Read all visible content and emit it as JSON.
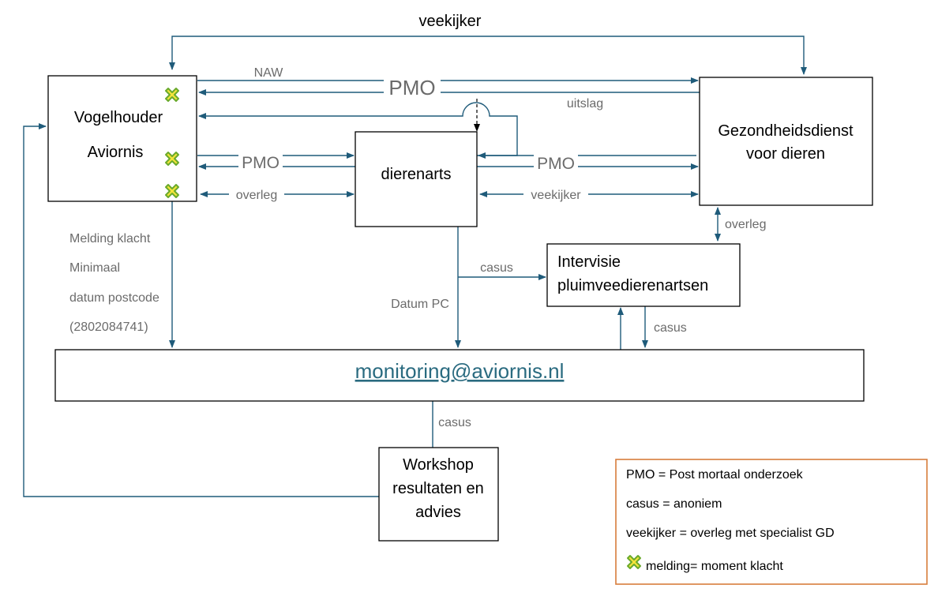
{
  "nodes": {
    "vogelhouder": {
      "line1": "Vogelhouder",
      "line2": "Aviornis"
    },
    "gezondheidsdienst": {
      "line1": "Gezondheidsdienst",
      "line2": "voor dieren"
    },
    "dierenarts": {
      "label": "dierenarts"
    },
    "intervisie": {
      "line1": "Intervisie",
      "line2": "pluimveedierenartsen"
    },
    "monitoring": {
      "label": "monitoring@aviornis.nl"
    },
    "workshop": {
      "line1": "Workshop",
      "line2": "resultaten en",
      "line3": "advies"
    }
  },
  "edges": {
    "veekijker_top": "veekijker",
    "naw": "NAW",
    "pmo_top": "PMO",
    "uitslag": "uitslag",
    "pmo_left": "PMO",
    "overleg_left": "overleg",
    "pmo_right": "PMO",
    "veekijker_mid": "veekijker",
    "overleg_right": "overleg",
    "casus_intervisie": "casus",
    "datum_pc": "Datum PC",
    "casus_monitoring": "casus",
    "casus_workshop": "casus"
  },
  "melding": {
    "line1": "Melding klacht",
    "line2": "Minimaal",
    "line3": "datum postcode",
    "line4": "(2802084741)"
  },
  "legend": {
    "pmo": "PMO = Post mortaal onderzoek",
    "casus": "casus = anoniem",
    "veekijker": "veekijker = overleg met specialist GD",
    "melding": "melding= moment klacht"
  },
  "colors": {
    "connector": "#1f5b7a",
    "legend_border": "#d77d3c",
    "marker_fill": "#f2e33a",
    "marker_outline": "#6aaa2c"
  },
  "icons": {
    "melding_marker": "yellow-green-cross-icon"
  }
}
